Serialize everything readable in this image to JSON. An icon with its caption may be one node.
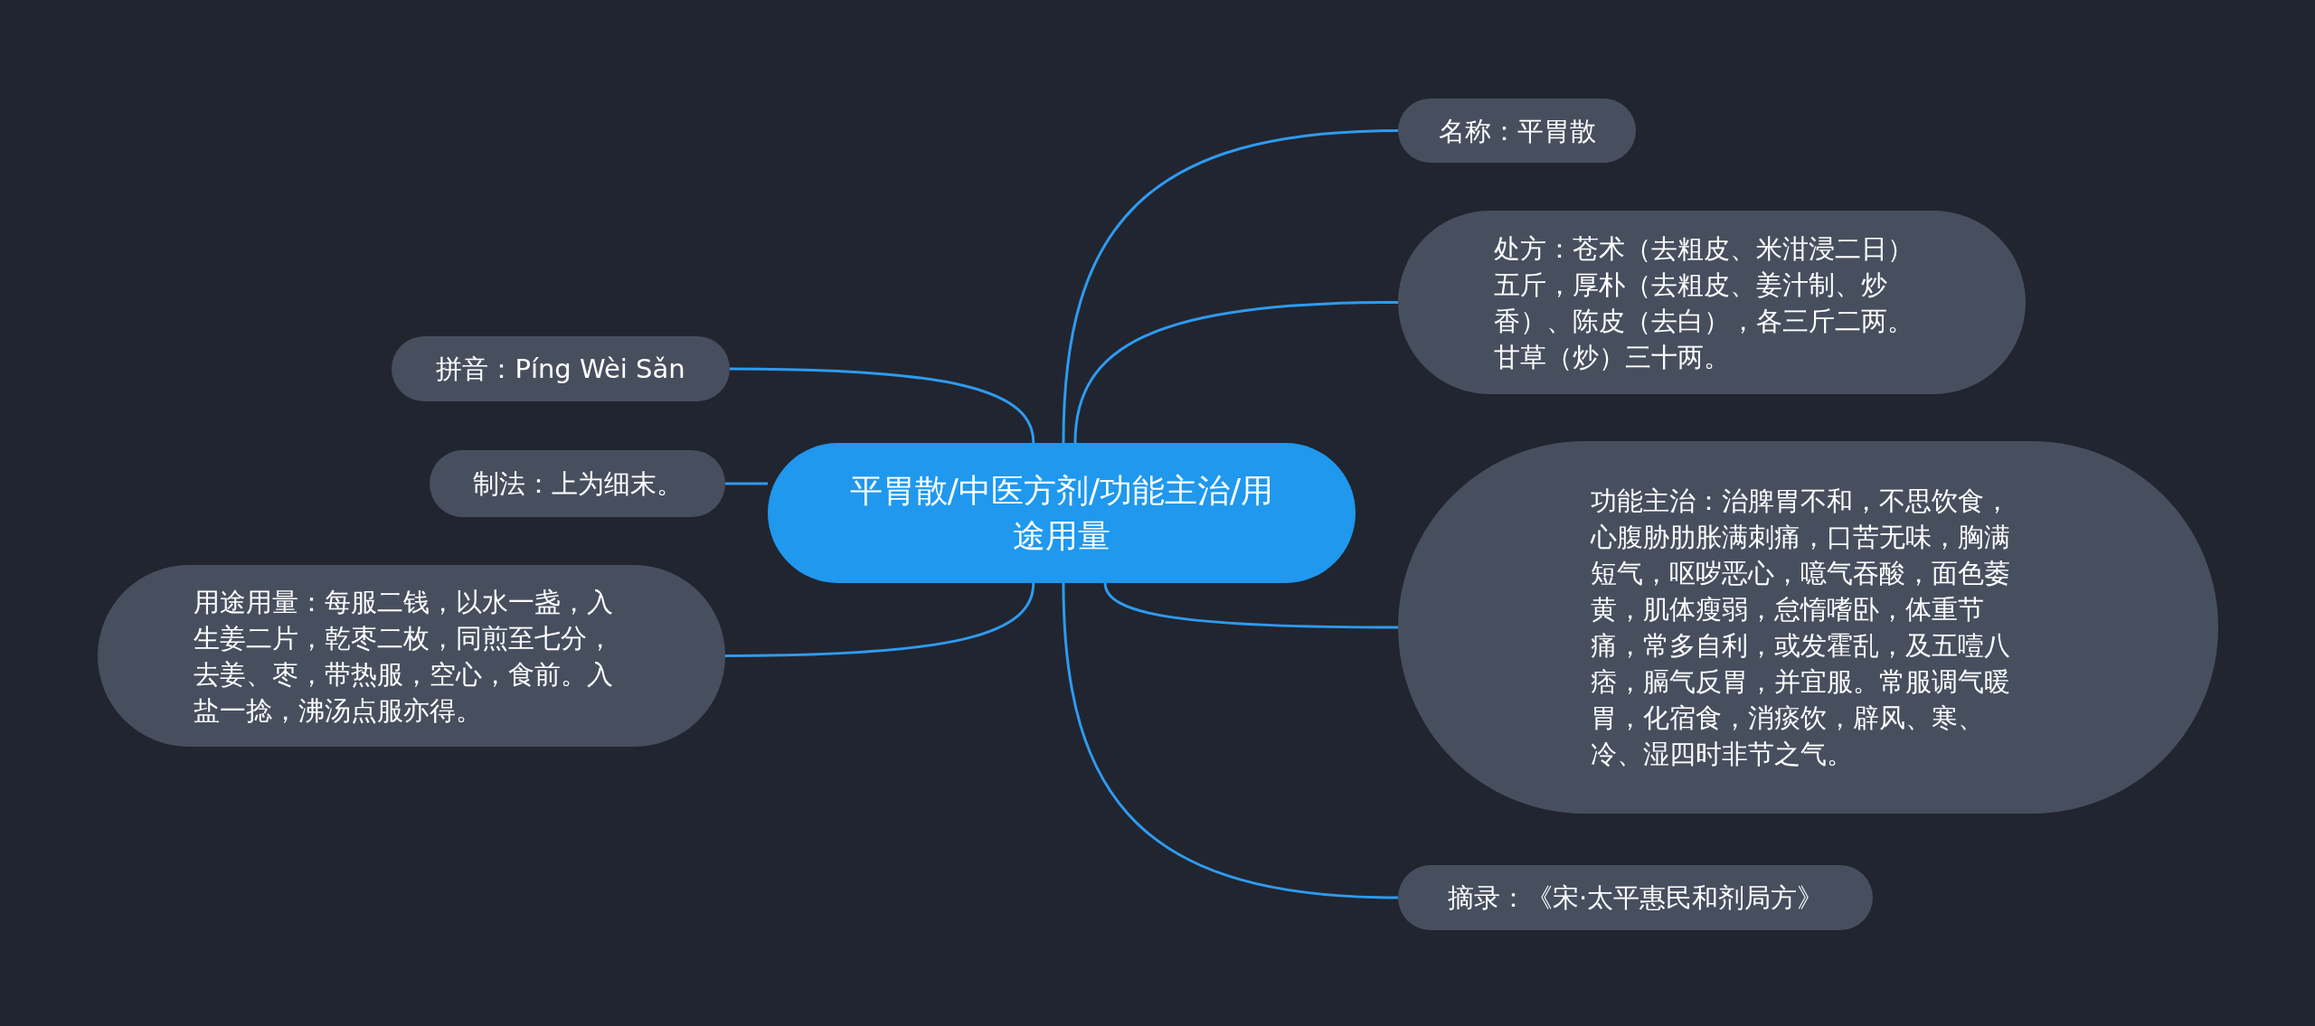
{
  "diagram": {
    "nodes": [
      {
        "text": [
          "平胃散/中医方剂/功能主治/用途用量"
        ]
      },
      {
        "text": [
          "名称：平胃散"
        ]
      },
      {
        "text": [
          "处方：苍术（去粗皮、米泔浸二日）五斤，厚朴（去粗皮、姜汁制、炒香）、陈皮（去白），各三斤二两。甘草（炒）三十两。"
        ]
      },
      {
        "text": [
          "功能主治：治脾胃不和，不思饮食，心腹胁肋胀满刺痛，口苦无味，胸满短气，呕哕恶心，噫气吞酸，面色萎黄，肌体瘦弱，怠惰嗜卧，体重节痛，常多自利，或发霍乱，及五噎八痞，膈气反胃，并宜服。常服调气暖胃，化宿食，消痰饮，辟风、寒、冷、湿四时非节之气。"
        ]
      },
      {
        "text": [
          "摘录：《宋·太平惠民和剂局方》"
        ]
      },
      {
        "text": [
          "拼音：Píng Wèi Sǎn"
        ]
      },
      {
        "text": [
          "制法：上为细末。"
        ]
      },
      {
        "text": [
          "用途用量：每服二钱，以水一盏，入生姜二片，乾枣二枚，同煎至七分，去姜、枣，带热服，空心，食前。入盐一捻，沸汤点服亦得。"
        ]
      }
    ],
    "edges": [
      {
        "from": 0,
        "to": 1,
        "arrow": "none"
      },
      {
        "from": 0,
        "to": 2,
        "arrow": "none"
      },
      {
        "from": 0,
        "to": 3,
        "arrow": "none"
      },
      {
        "from": 0,
        "to": 4,
        "arrow": "none"
      },
      {
        "from": 0,
        "to": 5,
        "arrow": "none"
      },
      {
        "from": 0,
        "to": 6,
        "arrow": "none"
      },
      {
        "from": 0,
        "to": 7,
        "arrow": "none"
      }
    ]
  }
}
